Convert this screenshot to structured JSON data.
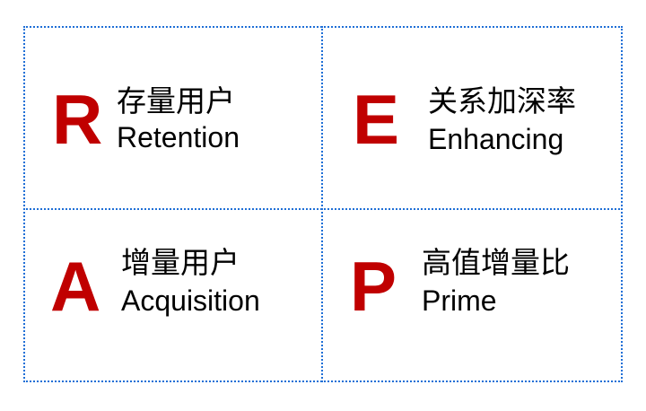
{
  "quadrants": [
    {
      "letter": "R",
      "chinese": "存量用户",
      "english": "Retention"
    },
    {
      "letter": "E",
      "chinese": "关系加深率",
      "english": "Enhancing"
    },
    {
      "letter": "A",
      "chinese": "增量用户",
      "english": "Acquisition"
    },
    {
      "letter": "P",
      "chinese": "高值增量比",
      "english": "Prime"
    }
  ],
  "colors": {
    "letter": "#c00000",
    "border": "#1f6fd6",
    "text": "#000000"
  }
}
